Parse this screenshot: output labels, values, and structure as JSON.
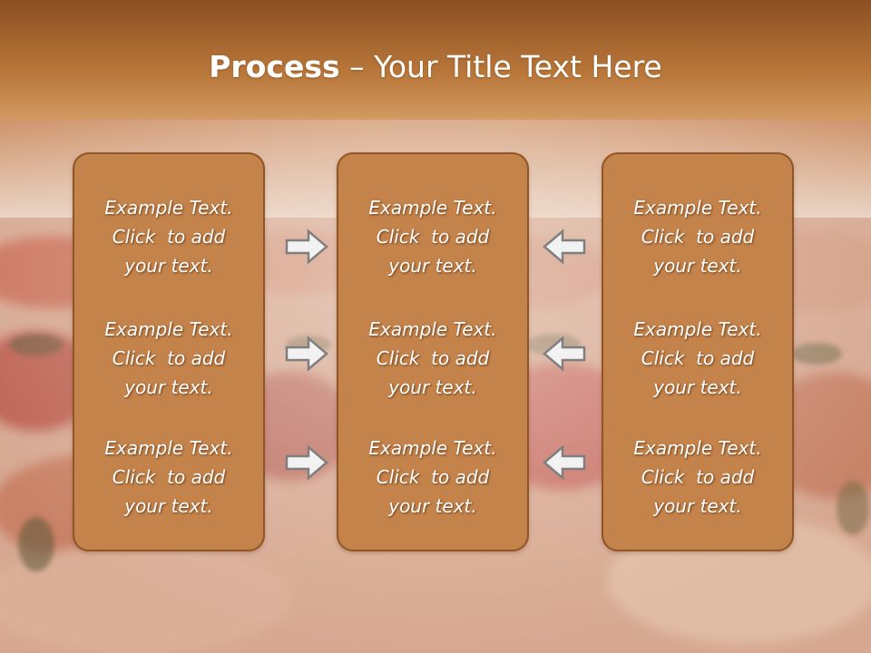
{
  "slide": {
    "title_bold": "Process",
    "title_rest": " – Your Title Text Here",
    "colors": {
      "header_bar": "#9a5a28",
      "panel_fill": "#c4834a",
      "panel_border": "#8f5526",
      "text": "#ffffff",
      "arrow_fill": "#f2f2f2",
      "arrow_stroke": "#7f7f7f"
    },
    "background": "autumn-leaves-photo"
  },
  "panels": [
    {
      "items": [
        "Example Text.\nClick  to add\nyour text.",
        "Example Text.\nClick  to add\nyour text.",
        "Example Text.\nClick  to add\nyour text."
      ]
    },
    {
      "items": [
        "Example Text.\nClick  to add\nyour text.",
        "Example Text.\nClick  to add\nyour text.",
        "Example Text.\nClick  to add\nyour text."
      ]
    },
    {
      "items": [
        "Example Text.\nClick  to add\nyour text.",
        "Example Text.\nClick  to add\nyour text.",
        "Example Text.\nClick  to add\nyour text."
      ]
    }
  ],
  "arrows": {
    "left_column": [
      "right-arrow-icon",
      "right-arrow-icon",
      "right-arrow-icon"
    ],
    "right_column": [
      "left-arrow-icon",
      "left-arrow-icon",
      "left-arrow-icon"
    ]
  }
}
